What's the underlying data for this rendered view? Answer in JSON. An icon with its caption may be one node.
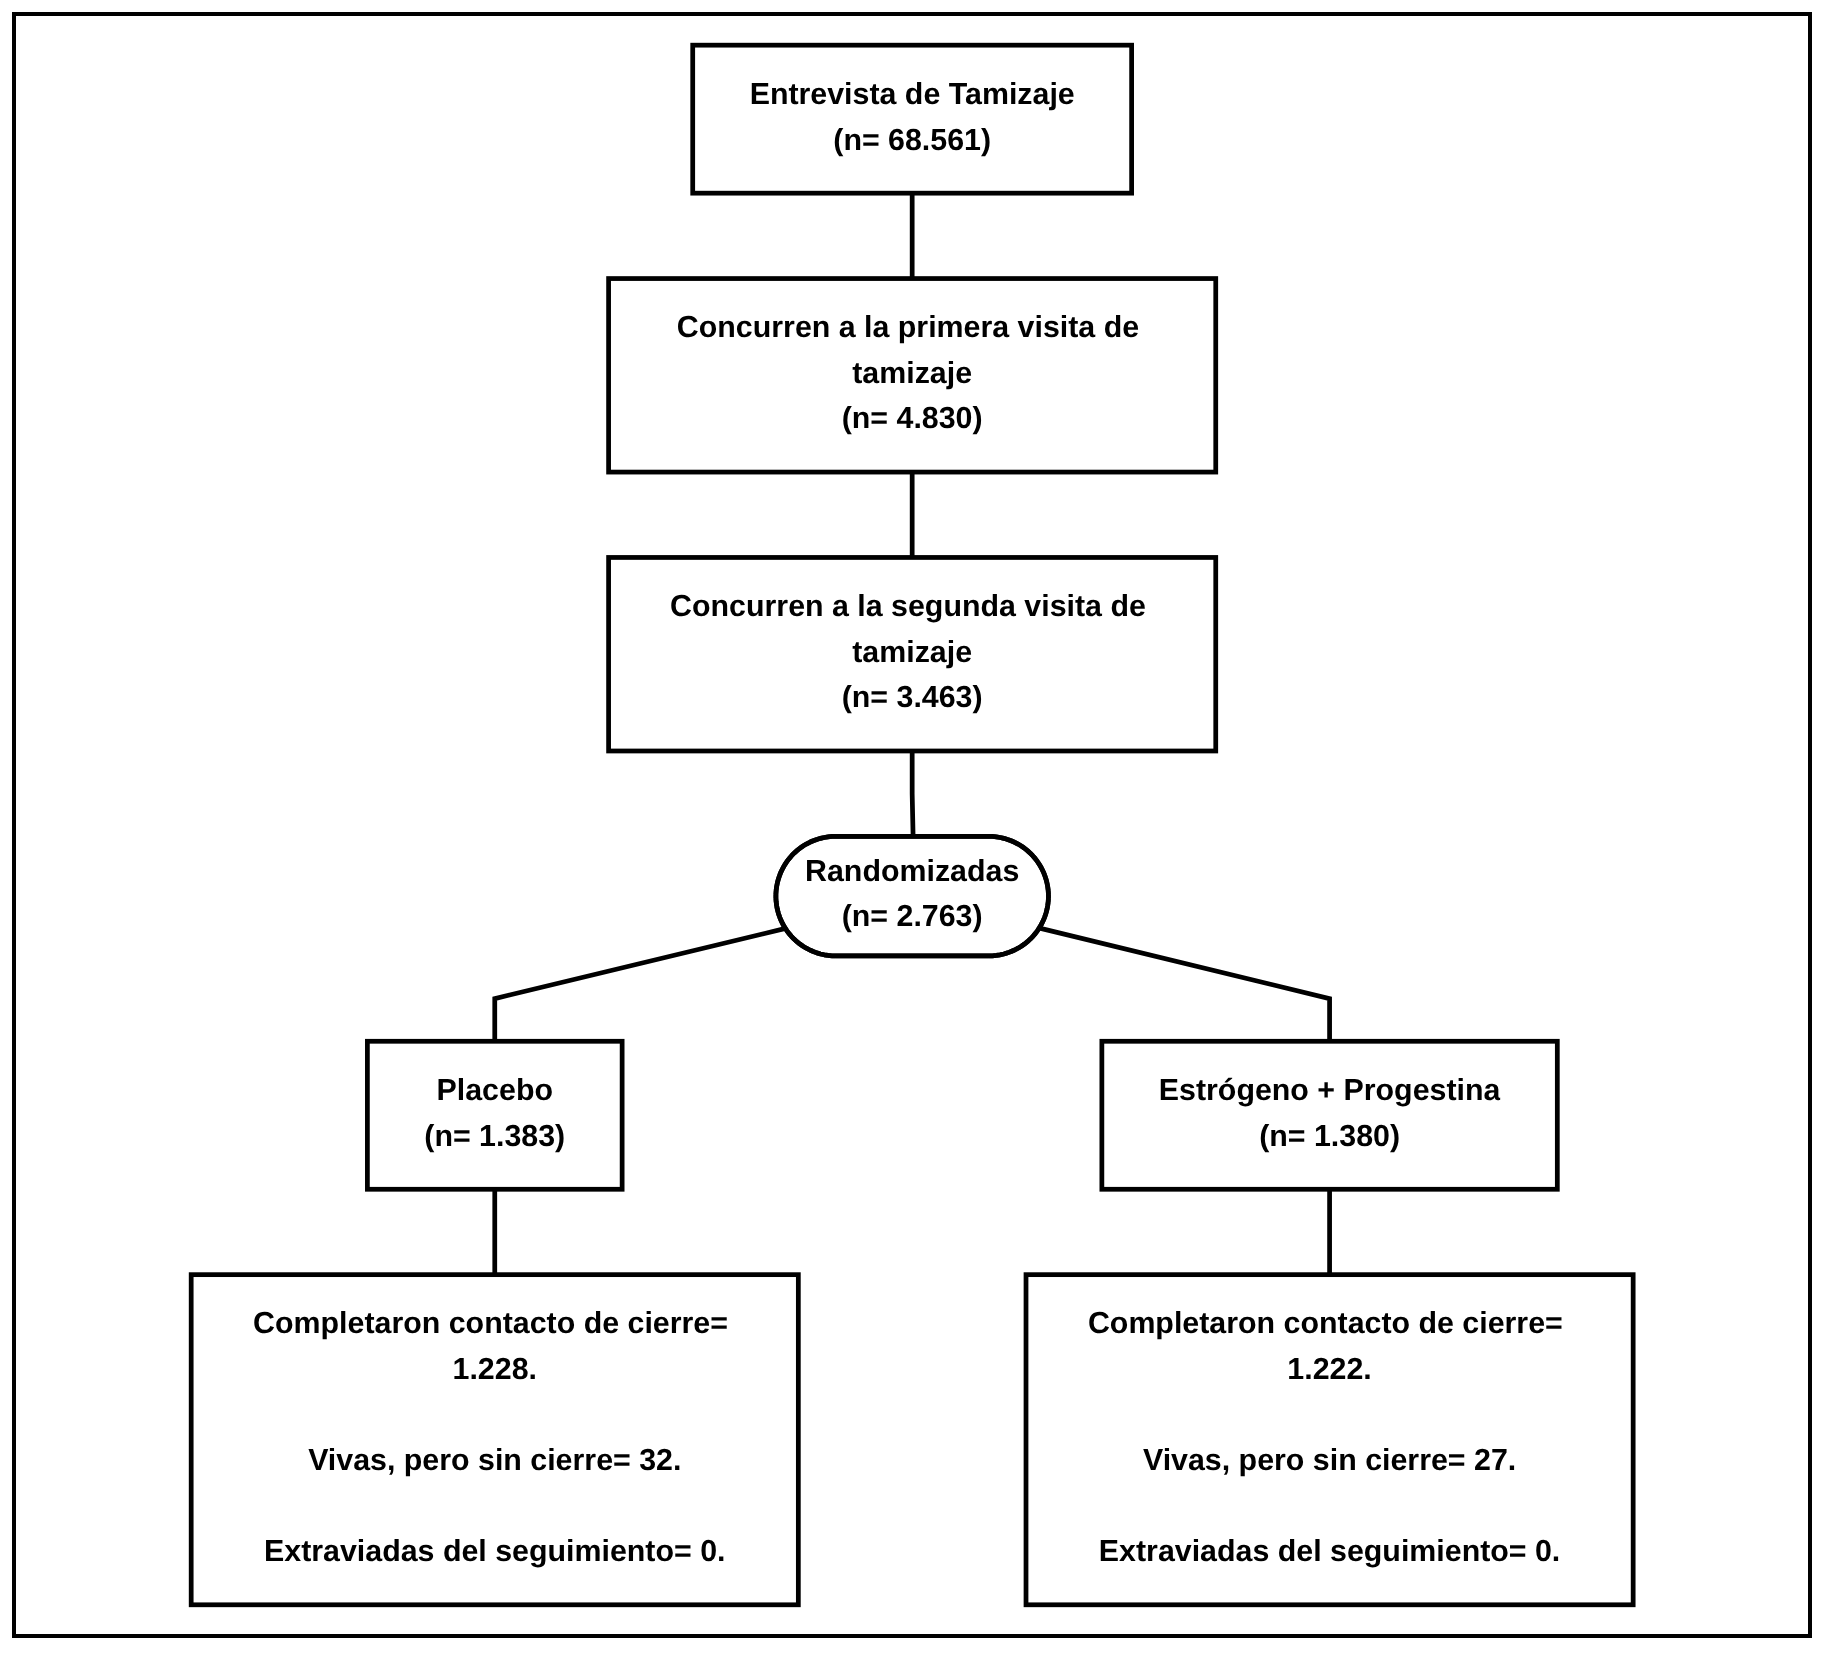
{
  "diagram": {
    "nodes": [
      {
        "text": [
          "Entrevista de Tamizaje",
          "(n= 68.561)"
        ]
      },
      {
        "text": [
          "Concurren a la primera visita de tamizaje",
          "(n= 4.830)"
        ]
      },
      {
        "text": [
          "Concurren a la segunda visita de tamizaje",
          "(n= 3.463)"
        ]
      },
      {
        "text": [
          "Randomizadas",
          "(n= 2.763)"
        ]
      },
      {
        "text": [
          "Placebo",
          "(n= 1.383)"
        ]
      },
      {
        "text": [
          "Estrógeno + Progestina",
          "(n= 1.380)"
        ]
      },
      {
        "text": [
          "Completaron contacto de cierre= 1.228.",
          "Vivas, pero sin cierre= 32.",
          "Extraviadas del seguimiento= 0."
        ]
      },
      {
        "text": [
          "Completaron contacto de cierre= 1.222.",
          "Vivas, pero sin cierre= 27.",
          "Extraviadas del seguimiento= 0."
        ]
      }
    ],
    "edges": [
      {
        "from": 0,
        "to": 1,
        "arrow": "none"
      },
      {
        "from": 1,
        "to": 2,
        "arrow": "none"
      },
      {
        "from": 2,
        "to": 3,
        "arrow": "none"
      },
      {
        "from": 3,
        "to": 4,
        "arrow": "none"
      },
      {
        "from": 3,
        "to": 5,
        "arrow": "none"
      },
      {
        "from": 4,
        "to": 6,
        "arrow": "none"
      },
      {
        "from": 5,
        "to": 7,
        "arrow": "none"
      }
    ]
  }
}
